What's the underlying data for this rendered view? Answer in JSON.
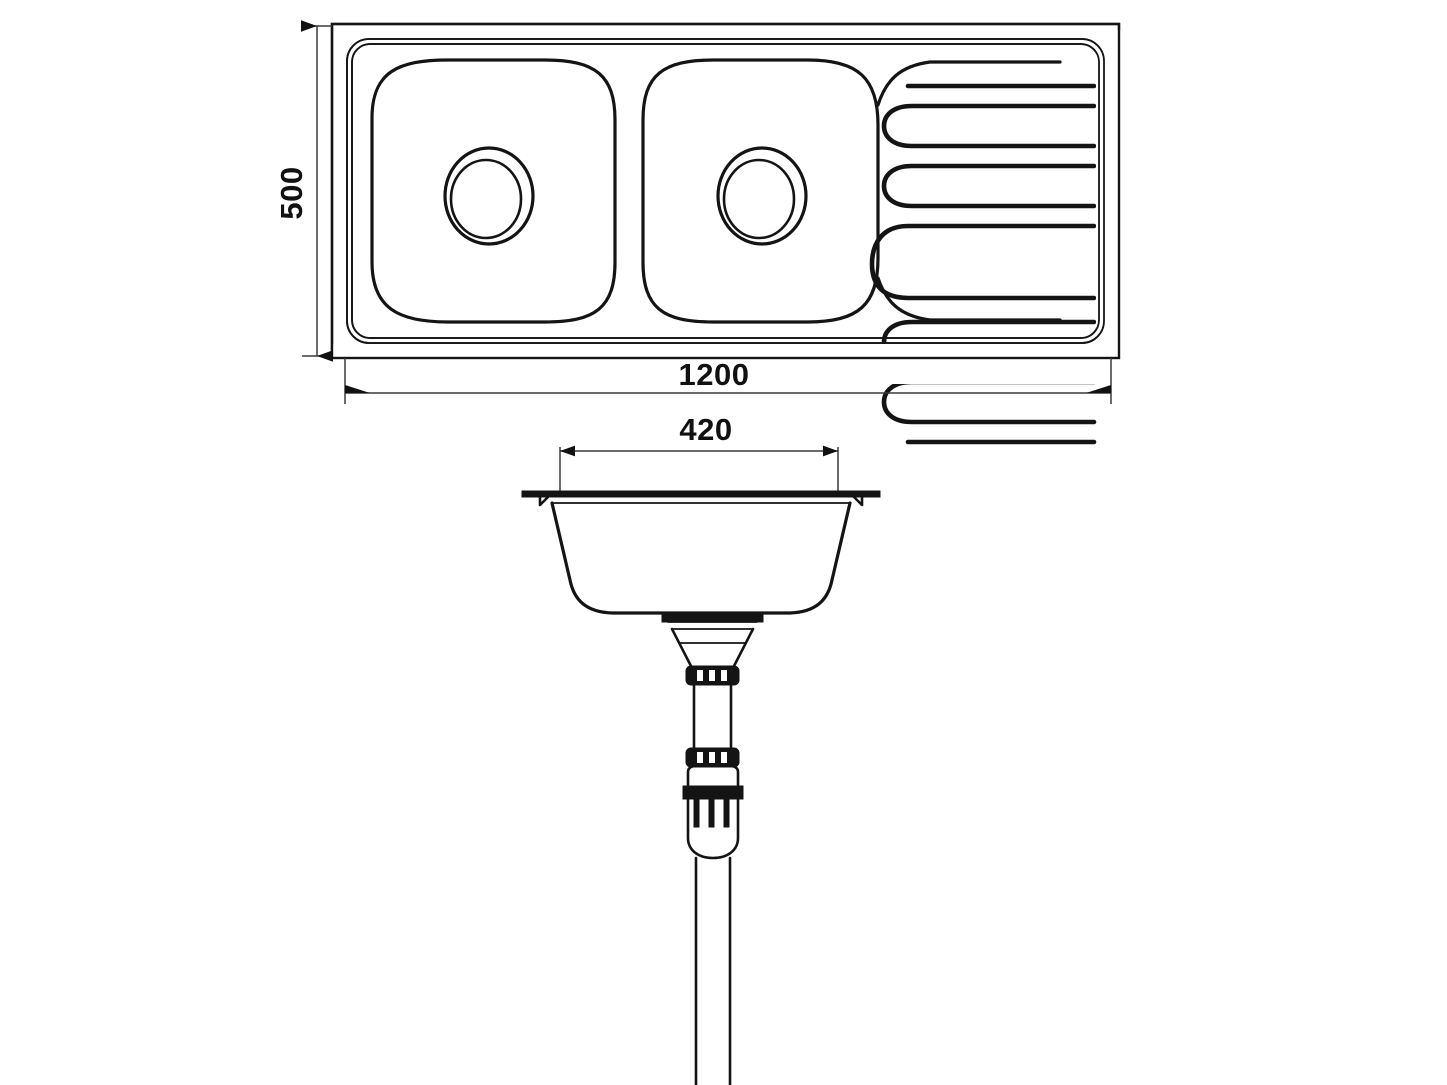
{
  "drawing": {
    "title": "Kitchen Sink Technical Drawing",
    "background_color": "#ffffff",
    "line_color": "#141414",
    "dimension_line_color": "#3a3a3a"
  },
  "dimensions": {
    "width": {
      "value": "1200",
      "unit": "mm",
      "orientation": "horizontal",
      "view": "plan"
    },
    "height": {
      "value": "500",
      "unit": "mm",
      "orientation": "vertical",
      "view": "plan"
    },
    "bowl_width": {
      "value": "420",
      "unit": "mm",
      "orientation": "horizontal",
      "view": "section"
    }
  },
  "plan_view": {
    "name": "sink-plan-view",
    "bowls": [
      {
        "label": "left-bowl",
        "drain": "left-bowl-drain"
      },
      {
        "label": "right-bowl",
        "drain": "right-bowl-drain"
      }
    ],
    "drainboard": {
      "label": "drainboard",
      "groove_count": 7
    }
  },
  "section_view": {
    "name": "bowl-cross-section",
    "parts": [
      "bowl-rim-flange",
      "bowl-body",
      "drain-flange-plate",
      "drain-funnel",
      "upper-collar-ring",
      "tailpipe-upper",
      "lower-collar-ring",
      "trap-valve-body",
      "valve-slots",
      "tailpipe-lower"
    ]
  }
}
